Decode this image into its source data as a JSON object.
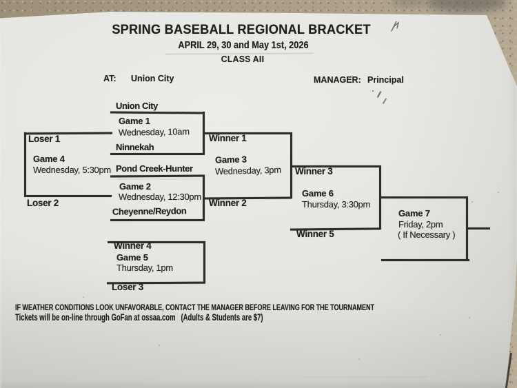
{
  "colors": {
    "table_surface": "#ab9e88",
    "paper": "#e6e6e2",
    "ink": "#1f1f1e"
  },
  "header": {
    "title": "SPRING BASEBALL REGIONAL BRACKET",
    "dates": "APRIL 29, 30 and May 1st, 2026",
    "class_line": "CLASS AII",
    "at_label": "AT:",
    "at_value": "Union City",
    "manager_label": "MANAGER:",
    "manager_value": "Principal"
  },
  "bracket": {
    "game1": {
      "top_team": "Union City",
      "name": "Game 1",
      "time": "Wednesday, 10am",
      "bottom_team": "Ninnekah"
    },
    "game2": {
      "top_team": "Pond Creek-Hunter",
      "name": "Game 2",
      "time": "Wednesday, 12:30pm",
      "bottom_team": "Cheyenne/Reydon"
    },
    "game3": {
      "top_label": "Winner 1",
      "name": "Game 3",
      "time": "Wednesday, 3pm",
      "bottom_label": "Winner 2"
    },
    "game4": {
      "top_label": "Loser 1",
      "name": "Game 4",
      "time": "Wednesday, 5:30pm",
      "bottom_label": "Loser 2"
    },
    "game5": {
      "top_label": "Winner 4",
      "name": "Game 5",
      "time": "Thursday, 1pm",
      "bottom_label": "Loser 3"
    },
    "game6": {
      "top_label": "Winner 3",
      "name": "Game 6",
      "time": "Thursday, 3:30pm",
      "bottom_label": "Winner 5"
    },
    "game7": {
      "name": "Game 7",
      "time": "Friday, 2pm",
      "note": "( If Necessary )"
    }
  },
  "footer": {
    "weather_note": "IF WEATHER CONDITIONS LOOK UNFAVORABLE, CONTACT THE MANAGER BEFORE LEAVING FOR THE TOURNAMENT",
    "tickets_note": "Tickets will be on-line through GoFan at ossaa.com   (Adults & Students are $7)"
  }
}
